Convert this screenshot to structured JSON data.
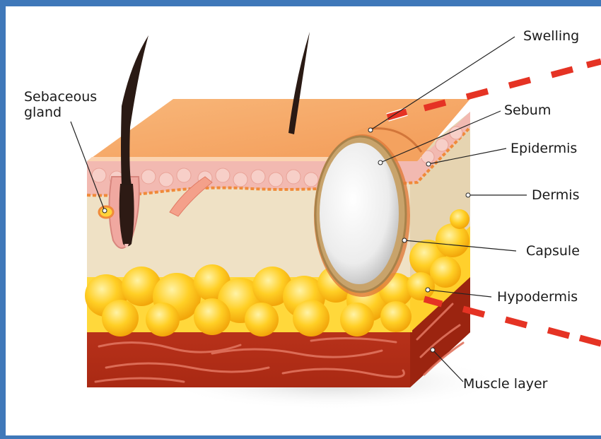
{
  "labels": {
    "swelling": "Swelling",
    "sebum": "Sebum",
    "epidermis": "Epidermis",
    "dermis": "Dermis",
    "capsule": "Capsule",
    "hypodermis": "Hypodermis",
    "muscle": "Muscle layer",
    "sebaceous_line1": "Sebaceous",
    "sebaceous_line2": "gland"
  },
  "colors": {
    "frame": "#3f78b9",
    "epidermis_top": "#f6a867",
    "epidermis_side": "#f2b8b0",
    "dermis": "#eedfc3",
    "fat": "#ffc21a",
    "muscle": "#c1341e",
    "sebum": "#f4f4f4",
    "dashed_line": "#e53324",
    "hair": "#2a1a14"
  }
}
